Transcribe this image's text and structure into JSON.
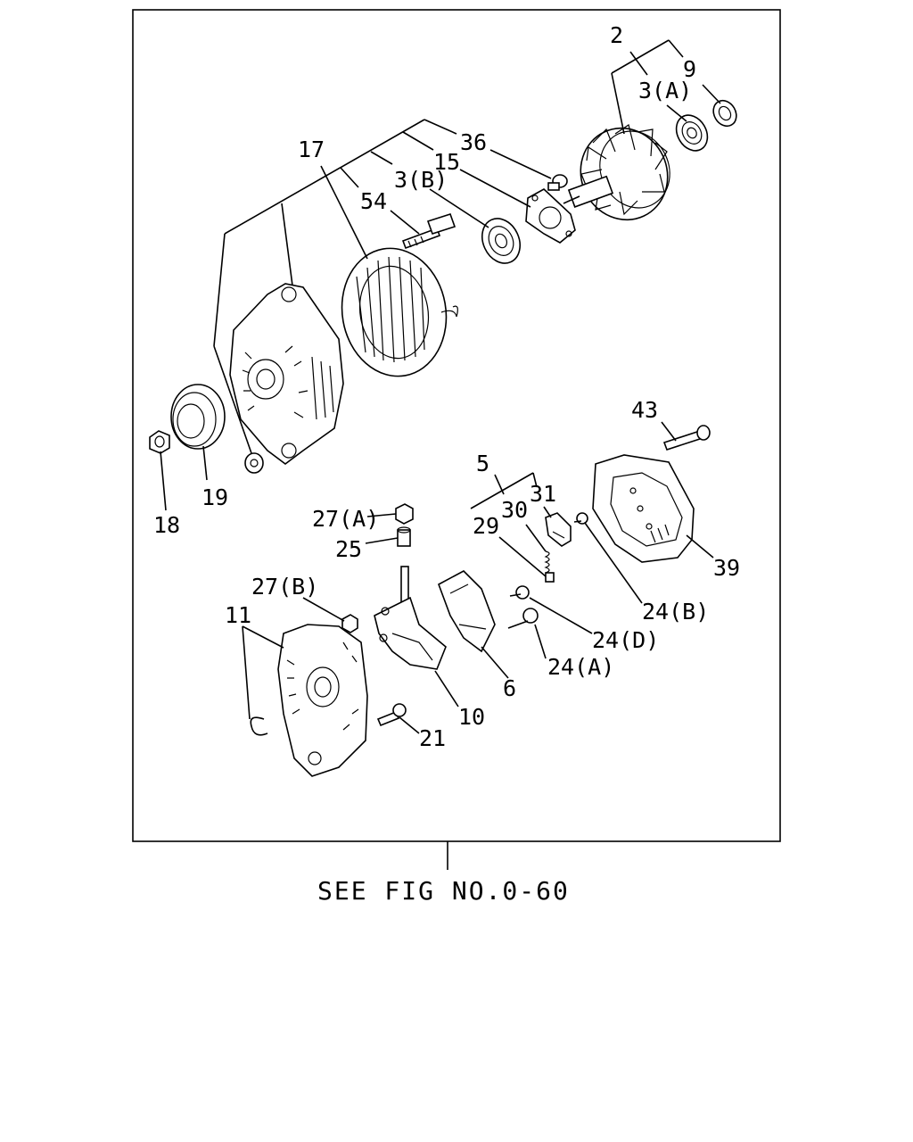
{
  "labels": {
    "l2": "2",
    "l9": "9",
    "l3a": "3(A)",
    "l36": "36",
    "l15": "15",
    "l17": "17",
    "l3b": "3(B)",
    "l54": "54",
    "l43": "43",
    "l5": "5",
    "l31": "31",
    "l30": "30",
    "l29": "29",
    "l27a": "27(A)",
    "l25": "25",
    "l27b": "27(B)",
    "l11": "11",
    "l19": "19",
    "l18": "18",
    "l39": "39",
    "l24b": "24(B)",
    "l24d": "24(D)",
    "l24a": "24(A)",
    "l6": "6",
    "l10": "10",
    "l21": "21"
  },
  "footer": {
    "reference": "SEE FIG NO.0-60"
  }
}
